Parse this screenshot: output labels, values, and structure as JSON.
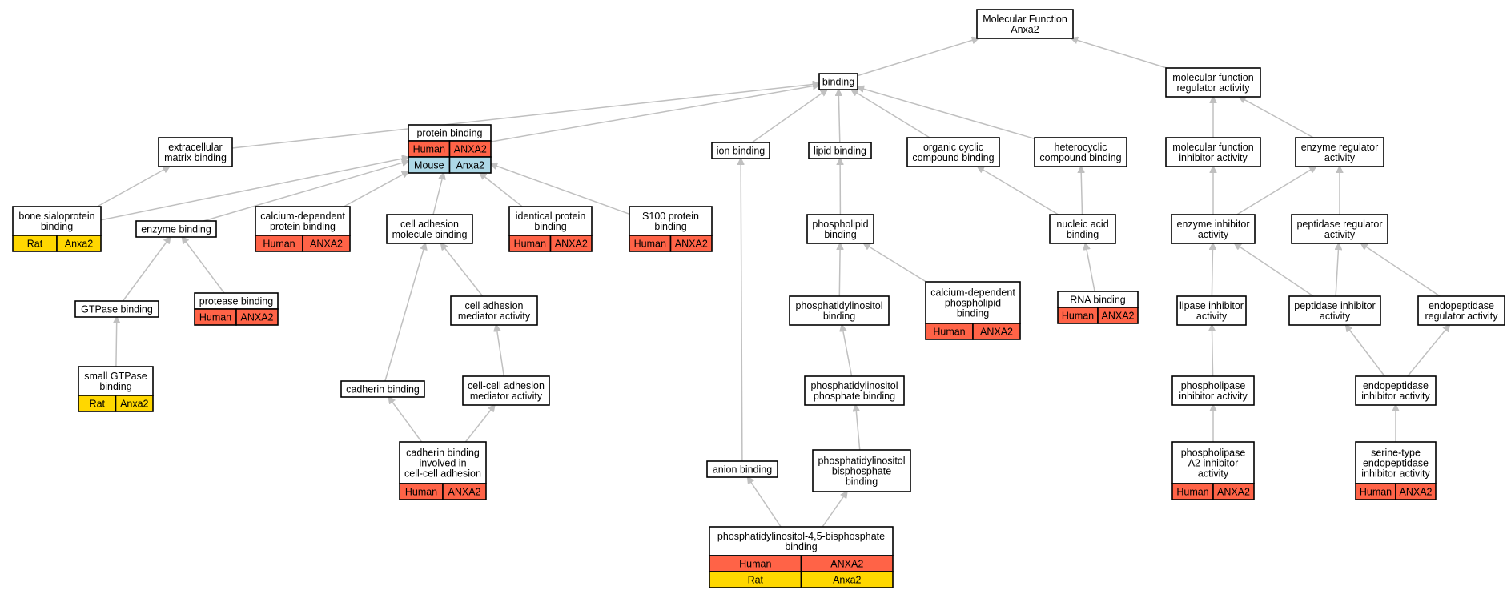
{
  "colors": {
    "Human": "#ff6347",
    "Mouse": "#add8e6",
    "Rat": "#ffd700",
    "edge": "#c0c0c0"
  },
  "nodes": [
    {
      "id": "mf",
      "lines": [
        "Molecular Function",
        "Anxa2"
      ],
      "rows": []
    },
    {
      "id": "binding",
      "lines": [
        "binding"
      ],
      "rows": []
    },
    {
      "id": "mfra",
      "lines": [
        "molecular function",
        "regulator activity"
      ],
      "rows": []
    },
    {
      "id": "ecm",
      "lines": [
        "extracellular",
        "matrix binding"
      ],
      "rows": []
    },
    {
      "id": "protein",
      "lines": [
        "protein binding"
      ],
      "rows": [
        [
          "Human",
          "ANXA2"
        ],
        [
          "Mouse",
          "Anxa2"
        ]
      ]
    },
    {
      "id": "ion",
      "lines": [
        "ion binding"
      ],
      "rows": []
    },
    {
      "id": "lipid",
      "lines": [
        "lipid binding"
      ],
      "rows": []
    },
    {
      "id": "organic",
      "lines": [
        "organic cyclic",
        "compound binding"
      ],
      "rows": []
    },
    {
      "id": "hetero",
      "lines": [
        "heterocyclic",
        "compound binding"
      ],
      "rows": []
    },
    {
      "id": "mfia",
      "lines": [
        "molecular function",
        "inhibitor activity"
      ],
      "rows": []
    },
    {
      "id": "era",
      "lines": [
        "enzyme regulator",
        "activity"
      ],
      "rows": []
    },
    {
      "id": "bsp",
      "lines": [
        "bone sialoprotein",
        "binding"
      ],
      "rows": [
        [
          "Rat",
          "Anxa2"
        ]
      ]
    },
    {
      "id": "enzyme",
      "lines": [
        "enzyme binding"
      ],
      "rows": []
    },
    {
      "id": "cadep",
      "lines": [
        "calcium-dependent",
        "protein binding"
      ],
      "rows": [
        [
          "Human",
          "ANXA2"
        ]
      ]
    },
    {
      "id": "cam",
      "lines": [
        "cell adhesion",
        "molecule binding"
      ],
      "rows": []
    },
    {
      "id": "ident",
      "lines": [
        "identical protein",
        "binding"
      ],
      "rows": [
        [
          "Human",
          "ANXA2"
        ]
      ]
    },
    {
      "id": "s100",
      "lines": [
        "S100 protein",
        "binding"
      ],
      "rows": [
        [
          "Human",
          "ANXA2"
        ]
      ]
    },
    {
      "id": "phospholipid",
      "lines": [
        "phospholipid",
        "binding"
      ],
      "rows": []
    },
    {
      "id": "nucleic",
      "lines": [
        "nucleic acid",
        "binding"
      ],
      "rows": []
    },
    {
      "id": "eia",
      "lines": [
        "enzyme inhibitor",
        "activity"
      ],
      "rows": []
    },
    {
      "id": "pra",
      "lines": [
        "peptidase regulator",
        "activity"
      ],
      "rows": []
    },
    {
      "id": "gtpase",
      "lines": [
        "GTPase binding"
      ],
      "rows": []
    },
    {
      "id": "protease",
      "lines": [
        "protease binding"
      ],
      "rows": [
        [
          "Human",
          "ANXA2"
        ]
      ]
    },
    {
      "id": "camed",
      "lines": [
        "cell adhesion",
        "mediator activity"
      ],
      "rows": []
    },
    {
      "id": "pi",
      "lines": [
        "phosphatidylinositol",
        "binding"
      ],
      "rows": []
    },
    {
      "id": "capl",
      "lines": [
        "calcium-dependent",
        "phospholipid",
        "binding"
      ],
      "rows": [
        [
          "Human",
          "ANXA2"
        ]
      ]
    },
    {
      "id": "rna",
      "lines": [
        "RNA binding"
      ],
      "rows": [
        [
          "Human",
          "ANXA2"
        ]
      ]
    },
    {
      "id": "lia",
      "lines": [
        "lipase inhibitor",
        "activity"
      ],
      "rows": []
    },
    {
      "id": "pia",
      "lines": [
        "peptidase inhibitor",
        "activity"
      ],
      "rows": []
    },
    {
      "id": "epra",
      "lines": [
        "endopeptidase",
        "regulator activity"
      ],
      "rows": []
    },
    {
      "id": "sgtp",
      "lines": [
        "small GTPase",
        "binding"
      ],
      "rows": [
        [
          "Rat",
          "Anxa2"
        ]
      ]
    },
    {
      "id": "cadherin",
      "lines": [
        "cadherin binding"
      ],
      "rows": []
    },
    {
      "id": "ccam",
      "lines": [
        "cell-cell adhesion",
        "mediator activity"
      ],
      "rows": []
    },
    {
      "id": "pip",
      "lines": [
        "phosphatidylinositol",
        "phosphate binding"
      ],
      "rows": []
    },
    {
      "id": "plia",
      "lines": [
        "phospholipase",
        "inhibitor activity"
      ],
      "rows": []
    },
    {
      "id": "epia",
      "lines": [
        "endopeptidase",
        "inhibitor activity"
      ],
      "rows": []
    },
    {
      "id": "cbcc",
      "lines": [
        "cadherin binding",
        "involved in",
        "cell-cell adhesion"
      ],
      "rows": [
        [
          "Human",
          "ANXA2"
        ]
      ]
    },
    {
      "id": "anion",
      "lines": [
        "anion binding"
      ],
      "rows": []
    },
    {
      "id": "pibp",
      "lines": [
        "phosphatidylinositol",
        "bisphosphate",
        "binding"
      ],
      "rows": []
    },
    {
      "id": "pla2",
      "lines": [
        "phospholipase",
        "A2 inhibitor",
        "activity"
      ],
      "rows": [
        [
          "Human",
          "ANXA2"
        ]
      ]
    },
    {
      "id": "stepia",
      "lines": [
        "serine-type",
        "endopeptidase",
        "inhibitor activity"
      ],
      "rows": [
        [
          "Human",
          "ANXA2"
        ]
      ]
    },
    {
      "id": "pip45",
      "lines": [
        "phosphatidylinositol-4,5-bisphosphate",
        "binding"
      ],
      "rows": [
        [
          "Human",
          "ANXA2"
        ],
        [
          "Rat",
          "Anxa2"
        ]
      ]
    }
  ],
  "edges": [
    [
      "binding",
      "mf"
    ],
    [
      "mfra",
      "mf"
    ],
    [
      "ecm",
      "binding"
    ],
    [
      "protein",
      "binding"
    ],
    [
      "ion",
      "binding"
    ],
    [
      "lipid",
      "binding"
    ],
    [
      "organic",
      "binding"
    ],
    [
      "hetero",
      "binding"
    ],
    [
      "mfia",
      "mfra"
    ],
    [
      "era",
      "mfra"
    ],
    [
      "bsp",
      "ecm"
    ],
    [
      "bsp",
      "protein"
    ],
    [
      "enzyme",
      "protein"
    ],
    [
      "cadep",
      "protein"
    ],
    [
      "cam",
      "protein"
    ],
    [
      "ident",
      "protein"
    ],
    [
      "s100",
      "protein"
    ],
    [
      "phospholipid",
      "lipid"
    ],
    [
      "nucleic",
      "organic"
    ],
    [
      "nucleic",
      "hetero"
    ],
    [
      "eia",
      "mfia"
    ],
    [
      "eia",
      "era"
    ],
    [
      "pra",
      "era"
    ],
    [
      "gtpase",
      "enzyme"
    ],
    [
      "protease",
      "enzyme"
    ],
    [
      "camed",
      "cam"
    ],
    [
      "pi",
      "phospholipid"
    ],
    [
      "capl",
      "phospholipid"
    ],
    [
      "rna",
      "nucleic"
    ],
    [
      "lia",
      "eia"
    ],
    [
      "pia",
      "eia"
    ],
    [
      "pia",
      "pra"
    ],
    [
      "epra",
      "pra"
    ],
    [
      "sgtp",
      "gtpase"
    ],
    [
      "cadherin",
      "cam"
    ],
    [
      "ccam",
      "camed"
    ],
    [
      "pip",
      "pi"
    ],
    [
      "plia",
      "lia"
    ],
    [
      "epia",
      "pia"
    ],
    [
      "epia",
      "epra"
    ],
    [
      "cbcc",
      "cadherin"
    ],
    [
      "cbcc",
      "ccam"
    ],
    [
      "anion",
      "ion"
    ],
    [
      "pibp",
      "pip"
    ],
    [
      "pla2",
      "plia"
    ],
    [
      "stepia",
      "epia"
    ],
    [
      "pip45",
      "anion"
    ],
    [
      "pip45",
      "pibp"
    ]
  ]
}
